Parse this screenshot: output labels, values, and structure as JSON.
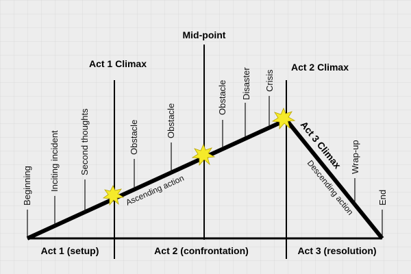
{
  "diagram": {
    "beats": {
      "beginning": "Beginning",
      "inciting": "Inciting incident",
      "second": "Second thoughts",
      "obstacle1": "Obstacle",
      "obstacle2": "Obstacle",
      "obstacle3": "Obstacle",
      "disaster": "Disaster",
      "crisis": "Crisis",
      "wrapup": "Wrap-up",
      "end": "End"
    },
    "climaxes": {
      "act1": "Act 1 Climax",
      "midpoint": "Mid-point",
      "act2": "Act 2 Climax",
      "act3": "Act 3 Climax"
    },
    "actions": {
      "ascending": "Ascending action",
      "descending": "Descending action"
    },
    "acts": {
      "act1": "Act 1 (setup)",
      "act2": "Act 2 (confrontation)",
      "act3": "Act 3 (resolution)"
    },
    "colors": {
      "background": "#ededed",
      "line": "#000000",
      "burst": "#f5ea2a"
    }
  }
}
